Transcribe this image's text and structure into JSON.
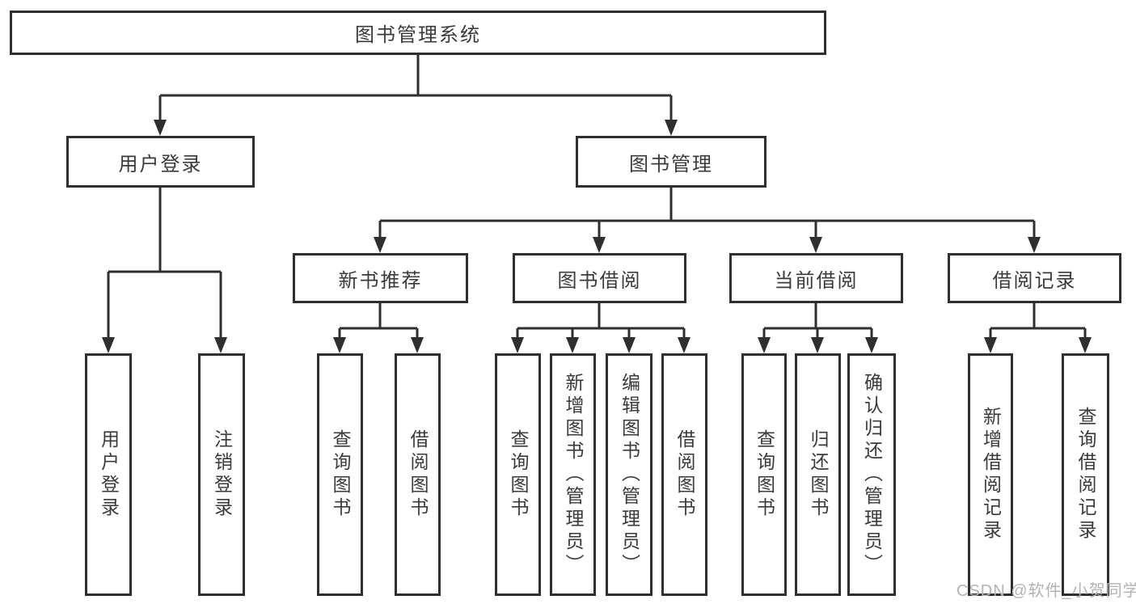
{
  "tree": {
    "label": "图书管理系统",
    "children": [
      {
        "label": "用户登录",
        "children": [
          {
            "label": "用户登录"
          },
          {
            "label": "注销登录"
          }
        ]
      },
      {
        "label": "图书管理",
        "children": [
          {
            "label": "新书推荐",
            "children": [
              {
                "label": "查询图书"
              },
              {
                "label": "借阅图书"
              }
            ]
          },
          {
            "label": "图书借阅",
            "children": [
              {
                "label": "查询图书"
              },
              {
                "label": "新增图书（管理员）"
              },
              {
                "label": "编辑图书（管理员）"
              },
              {
                "label": "借阅图书"
              }
            ]
          },
          {
            "label": "当前借阅",
            "children": [
              {
                "label": "查询图书"
              },
              {
                "label": "归还图书"
              },
              {
                "label": "确认归还（管理员）"
              }
            ]
          },
          {
            "label": "借阅记录",
            "children": [
              {
                "label": "新增借阅记录"
              },
              {
                "label": "查询借阅记录"
              }
            ]
          }
        ]
      }
    ]
  },
  "watermark": {
    "text": "CSDN @软件_小贺同学"
  },
  "colors": {
    "line": "#2f2f2f",
    "text": "#3a3a3a",
    "watermark_text": "#b3b3b3",
    "box_background": "#ffffff"
  }
}
